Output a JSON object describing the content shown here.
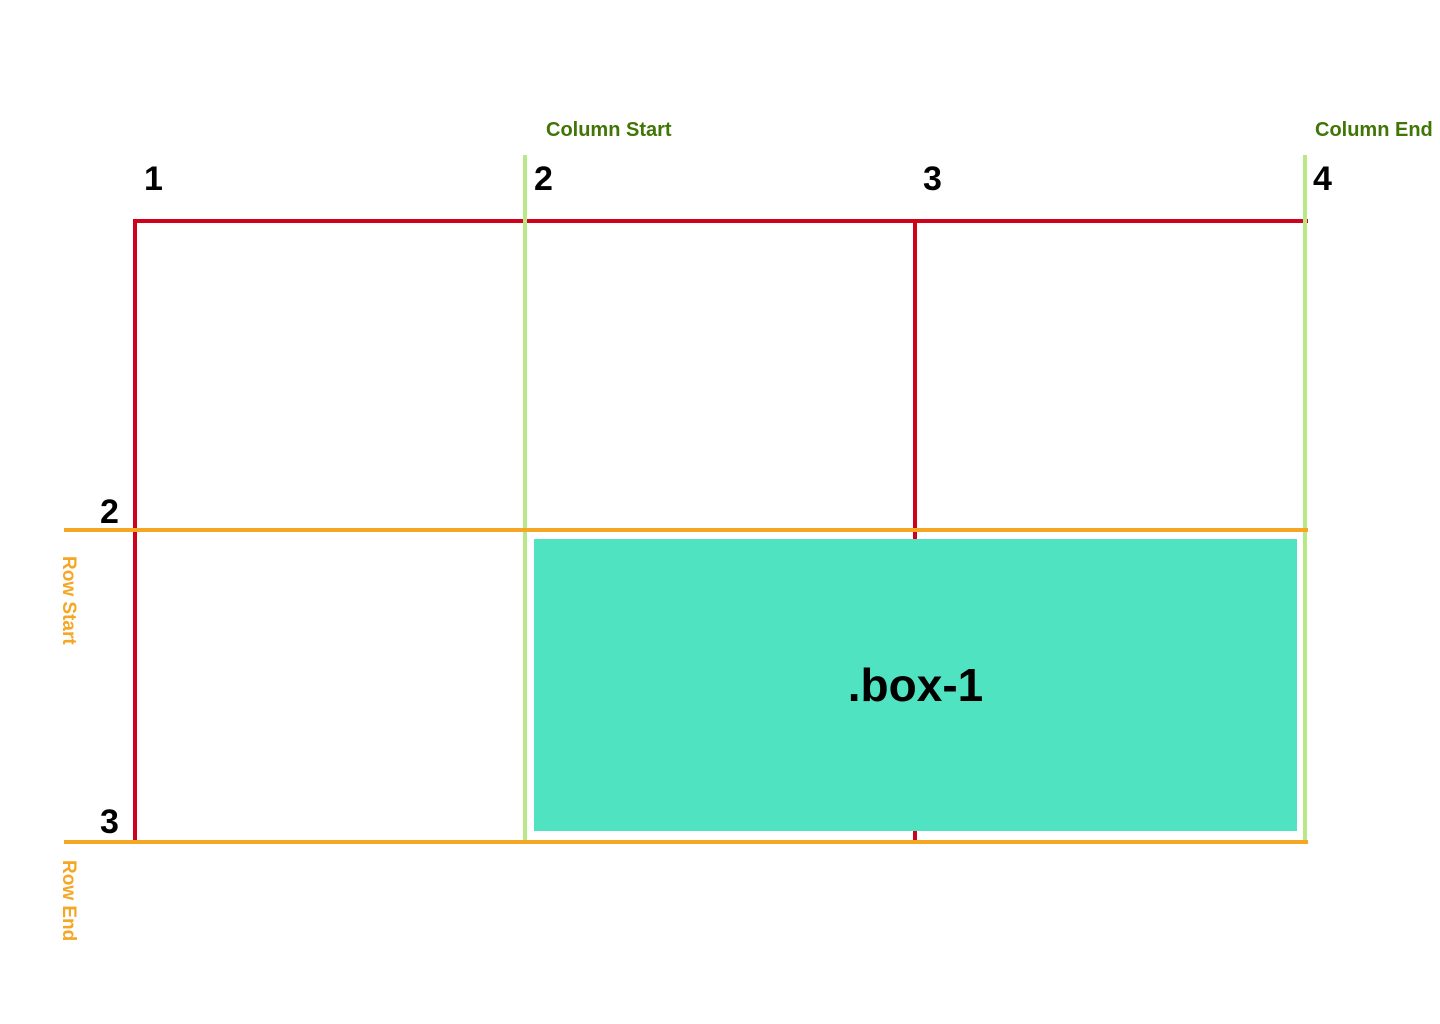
{
  "colors": {
    "grid_line": "#D0021B",
    "column_highlight": "#B8E986",
    "row_highlight": "#F5A623",
    "column_label": "#417505",
    "row_label": "#F5A623",
    "box_fill": "#50E3C2"
  },
  "column_line_numbers": [
    "1",
    "2",
    "3",
    "4"
  ],
  "row_line_numbers": [
    "2",
    "3"
  ],
  "labels": {
    "column_start": "Column Start",
    "column_end": "Column End",
    "row_start": "Row Start",
    "row_end": "Row End"
  },
  "box": {
    "label": ".box-1"
  }
}
